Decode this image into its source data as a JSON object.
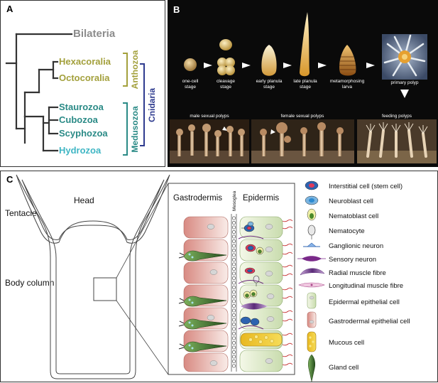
{
  "panel_a": {
    "label": "A",
    "taxa": {
      "bilateria": "Bilateria",
      "hexacoralia": "Hexacoralia",
      "octocoralia": "Octocoralia",
      "staurozoa": "Staurozoa",
      "cubozoa": "Cubozoa",
      "scyphozoa": "Scyphozoa",
      "hydrozoa": "Hydrozoa"
    },
    "groups": {
      "anthozoa": "Anthozoa",
      "medusozoa": "Medusozoa",
      "cnidaria": "Cnidaria"
    },
    "colors": {
      "bilateria": "#8c8c8c",
      "anthozoa": "#a3a03c",
      "medusozoa": "#2a8a86",
      "hydrozoa": "#3fb6c4",
      "cnidaria": "#2e3b8f"
    }
  },
  "panel_b": {
    "label": "B",
    "stages": [
      "one-cell\nstage",
      "cleavage\nstage",
      "early planula\nstage",
      "late planula\nstage",
      "metamorphosing\nlarva",
      "primary polyp"
    ],
    "polyps": [
      "male sexual polyps",
      "female sexual polyps",
      "feeding polyps"
    ]
  },
  "panel_c": {
    "label": "C",
    "body_labels": {
      "tentacle": "Tentacle",
      "head": "Head",
      "body_column": "Body column"
    },
    "layers": {
      "gastrodermis": "Gastrodermis",
      "epidermis": "Epidermis",
      "mesoglea": "Mesoglea"
    },
    "legend": [
      "Interstitial cell (stem cell)",
      "Neuroblast cell",
      "Nematoblast cell",
      "Nematocyte",
      "Ganglionic neuron",
      "Sensory neuron",
      "Radial muscle fibre",
      "Longitudinal muscle fibre",
      "Epidermal epithelial cell",
      "Gastrodermal epithelial cell",
      "Mucous cell",
      "Gland cell"
    ]
  }
}
